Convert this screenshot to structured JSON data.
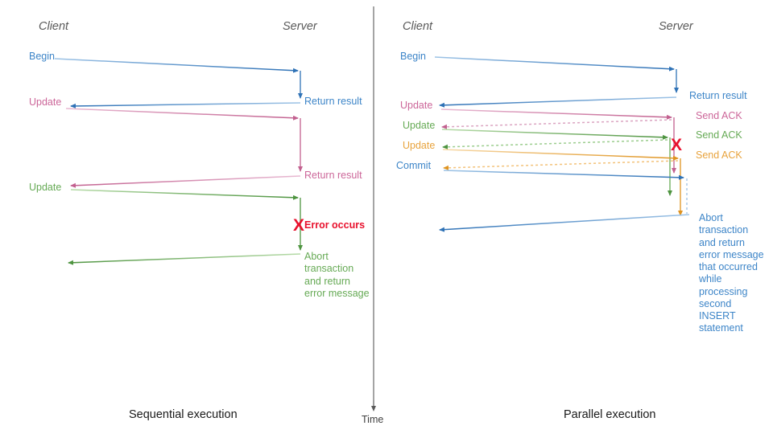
{
  "diagram": {
    "title_left": "Sequential execution",
    "title_right": "Parallel execution",
    "time_axis_label": "Time",
    "actor_client": "Client",
    "actor_server": "Server"
  },
  "colors": {
    "blue": "#3d85c8",
    "blue_dark": "#2f72b6",
    "pink": "#cc6699",
    "green": "#66aa55",
    "green_dark": "#4e9440",
    "orange": "#e8a33d",
    "red": "#e8112d",
    "gray": "#595959",
    "black": "#1a1a1a"
  },
  "left_panel": {
    "actors": {
      "client": "Client",
      "server": "Server"
    },
    "messages": [
      {
        "id": "begin",
        "label": "Begin",
        "color": "blue",
        "side": "left"
      },
      {
        "id": "return1",
        "label": "Return result",
        "color": "blue",
        "side": "right"
      },
      {
        "id": "update1",
        "label": "Update",
        "color": "pink",
        "side": "left"
      },
      {
        "id": "return2",
        "label": "Return result",
        "color": "pink",
        "side": "right"
      },
      {
        "id": "update2",
        "label": "Update",
        "color": "green",
        "side": "left"
      },
      {
        "id": "error",
        "label": "Error occurs",
        "color": "red",
        "side": "right"
      },
      {
        "id": "abort",
        "label": "Abort\ntransaction\nand return\nerror message",
        "color": "green",
        "side": "right"
      }
    ],
    "error_marker": "X",
    "caption": "Sequential execution"
  },
  "right_panel": {
    "actors": {
      "client": "Client",
      "server": "Server"
    },
    "messages": [
      {
        "id": "begin",
        "label": "Begin",
        "color": "blue",
        "side": "left"
      },
      {
        "id": "return1",
        "label": "Return result",
        "color": "blue",
        "side": "right"
      },
      {
        "id": "update1",
        "label": "Update",
        "color": "pink",
        "side": "left"
      },
      {
        "id": "ack1",
        "label": "Send ACK",
        "color": "pink",
        "side": "right"
      },
      {
        "id": "update2",
        "label": "Update",
        "color": "green",
        "side": "left"
      },
      {
        "id": "ack2",
        "label": "Send ACK",
        "color": "green",
        "side": "right"
      },
      {
        "id": "update3",
        "label": "Update",
        "color": "orange",
        "side": "left"
      },
      {
        "id": "ack3",
        "label": "Send ACK",
        "color": "orange",
        "side": "right"
      },
      {
        "id": "commit",
        "label": "Commit",
        "color": "blue",
        "side": "left"
      },
      {
        "id": "abort",
        "label": "Abort\ntransaction\nand return\nerror message\nthat occurred\nwhile\nprocessing\nsecond\nINSERT\nstatement",
        "color": "blue",
        "side": "right"
      }
    ],
    "error_marker": "X",
    "caption": "Parallel execution"
  },
  "time_axis": {
    "label": "Time"
  }
}
